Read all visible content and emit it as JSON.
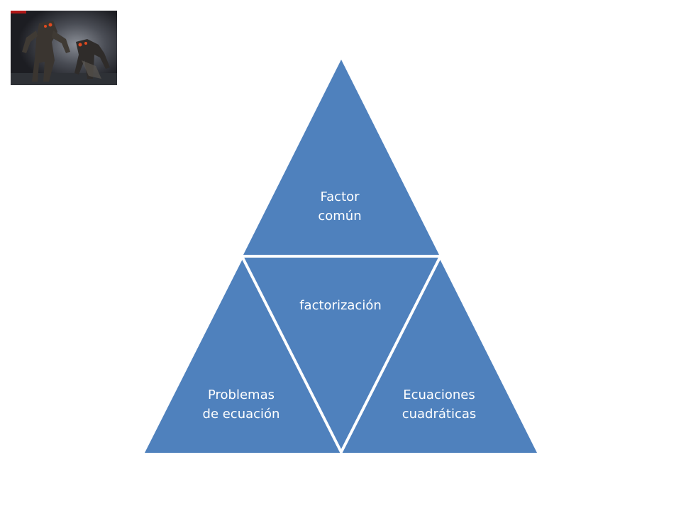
{
  "diagram": {
    "fill_color": "#4f81bd",
    "stroke_color": "#ffffff",
    "top": {
      "line1": "Factor",
      "line2": "común"
    },
    "center": {
      "label": "factorización"
    },
    "left": {
      "line1": "Problemas",
      "line2": "de ecuación"
    },
    "right": {
      "line1": "Ecuaciones",
      "line2": "cuadráticas"
    }
  },
  "thumbnail": {
    "description_icon": "robot-creatures-image"
  }
}
